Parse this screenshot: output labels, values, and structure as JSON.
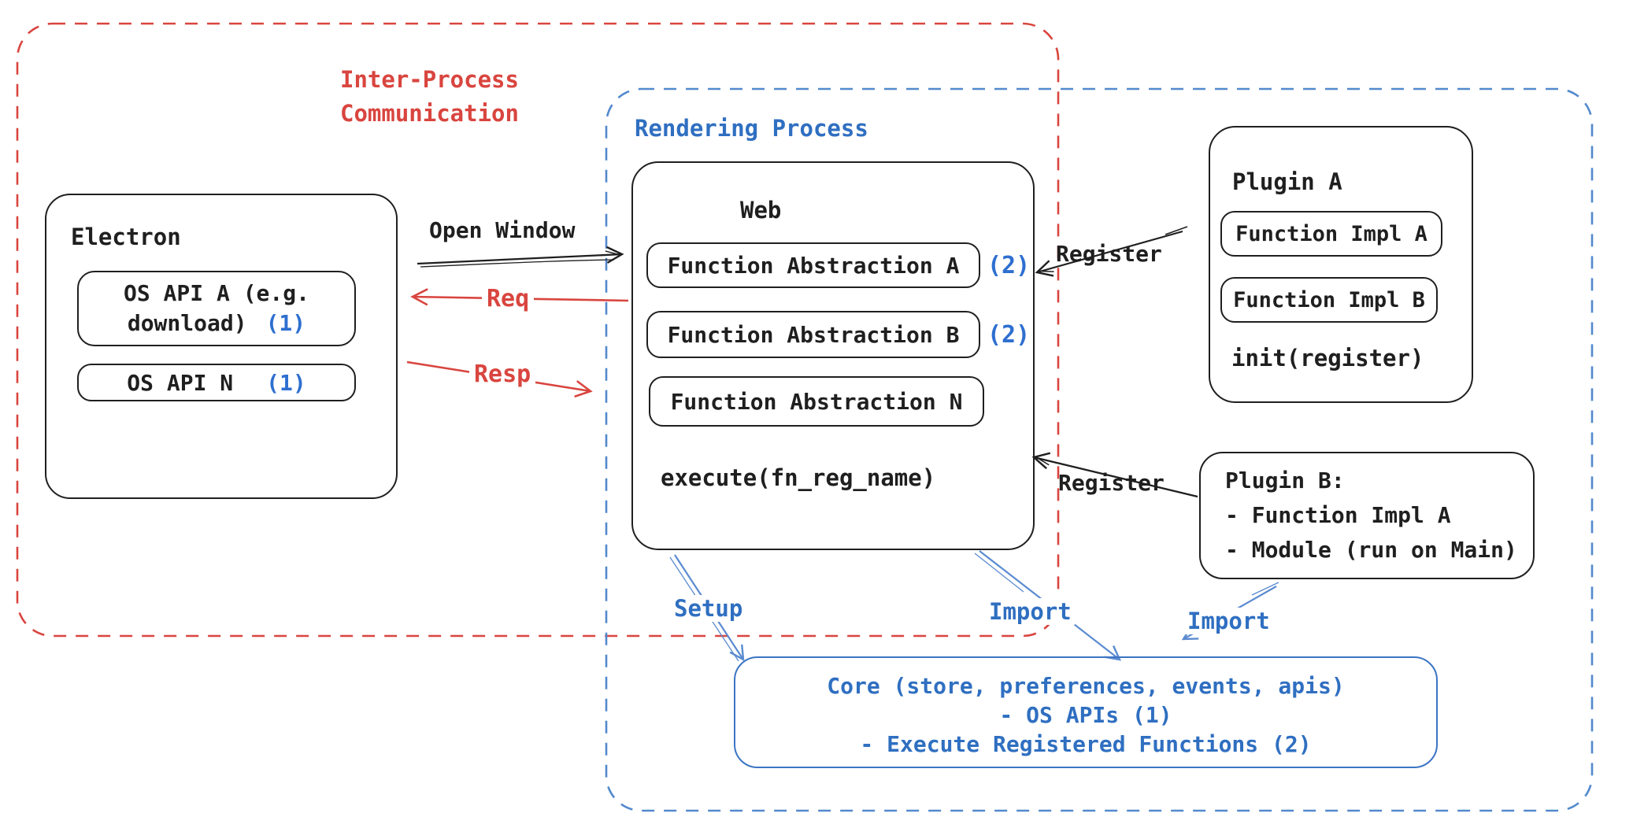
{
  "colors": {
    "ink": "#1f1f1f",
    "red": "#d9453f",
    "blue": "#2f6fc1",
    "blue_badge": "#2e6fd0",
    "blue_dash": "#5389cd",
    "blue_arrow": "#5a8bd0",
    "core_border": "#3c74c4",
    "background": "#ffffff"
  },
  "ipc": {
    "label_line1": "Inter-Process",
    "label_line2": "Communication"
  },
  "rendering": {
    "label": "Rendering Process"
  },
  "electron": {
    "title": "Electron",
    "api_a_line1": "OS API A (e.g.",
    "api_a_line2": "download)",
    "api_a_badge": "(1)",
    "api_n_label": "OS API N",
    "api_n_badge": "(1)"
  },
  "web": {
    "title": "Web",
    "fn_a_label": "Function Abstraction A",
    "fn_a_badge": "(2)",
    "fn_b_label": "Function Abstraction B",
    "fn_b_badge": "(2)",
    "fn_n_label": "Function Abstraction N",
    "execute_label": "execute(fn_reg_name)"
  },
  "plugin_a": {
    "title": "Plugin A",
    "impl_a_label": "Function Impl A",
    "impl_b_label": "Function Impl B",
    "init_label": "init(register)"
  },
  "plugin_b": {
    "title": "Plugin B:",
    "item_1": "- Function Impl A",
    "item_2": "- Module (run on Main)"
  },
  "core": {
    "line1": "Core (store, preferences, events, apis)",
    "line2": "- OS APIs (1)",
    "line3": "- Execute Registered Functions (2)"
  },
  "arrows": {
    "open_window_label": "Open Window",
    "req_label": "Req",
    "resp_label": "Resp",
    "register_top_label": "Register",
    "register_bottom_label": "Register",
    "setup_label": "Setup",
    "import_mid_label": "Import",
    "import_right_label": "Import"
  }
}
